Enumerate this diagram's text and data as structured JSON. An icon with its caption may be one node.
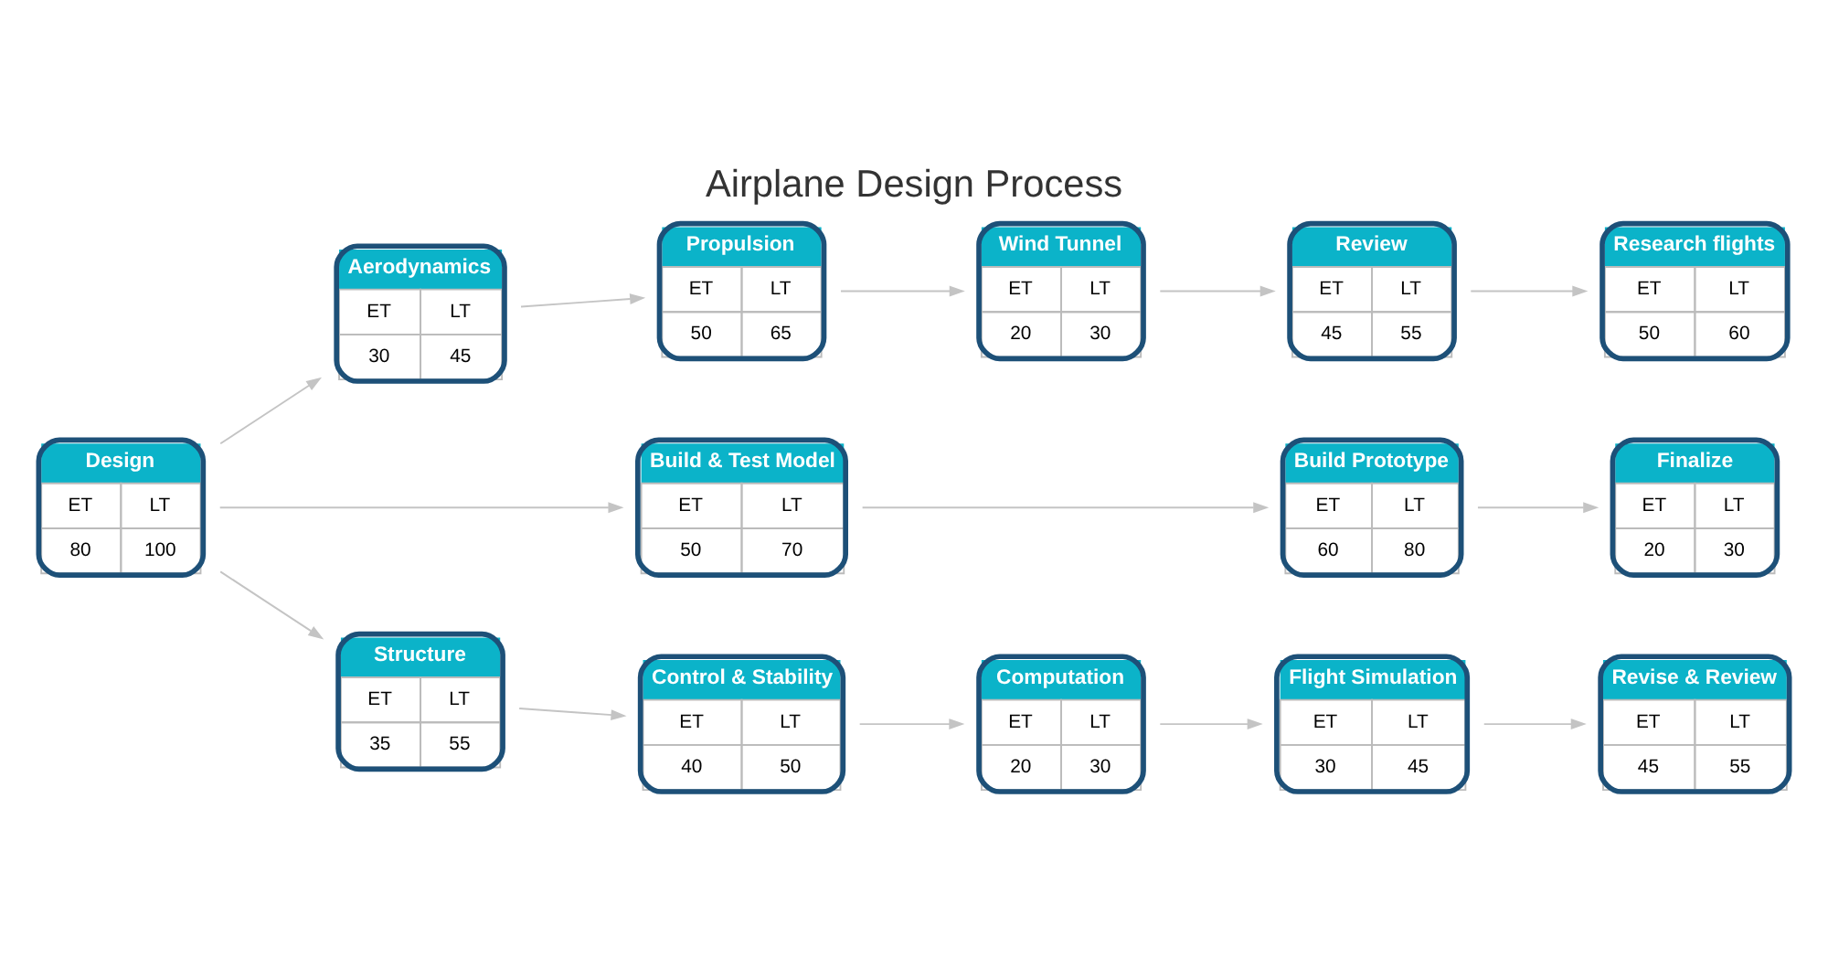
{
  "diagram": {
    "title": "Airplane Design Process",
    "nodes": [
      {
        "text": [
          "Design",
          "ET",
          "LT",
          "80",
          "100"
        ]
      },
      {
        "text": [
          "Aerodynamics",
          "ET",
          "LT",
          "30",
          "45"
        ]
      },
      {
        "text": [
          "Propulsion",
          "ET",
          "LT",
          "50",
          "65"
        ]
      },
      {
        "text": [
          "Wind Tunnel",
          "ET",
          "LT",
          "20",
          "30"
        ]
      },
      {
        "text": [
          "Review",
          "ET",
          "LT",
          "45",
          "55"
        ]
      },
      {
        "text": [
          "Research flights",
          "ET",
          "LT",
          "50",
          "60"
        ]
      },
      {
        "text": [
          "Build & Test Model",
          "ET",
          "LT",
          "50",
          "70"
        ]
      },
      {
        "text": [
          "Build Prototype",
          "ET",
          "LT",
          "60",
          "80"
        ]
      },
      {
        "text": [
          "Finalize",
          "ET",
          "LT",
          "20",
          "30"
        ]
      },
      {
        "text": [
          "Structure",
          "ET",
          "LT",
          "35",
          "55"
        ]
      },
      {
        "text": [
          "Control & Stability",
          "ET",
          "LT",
          "40",
          "50"
        ]
      },
      {
        "text": [
          "Computation",
          "ET",
          "LT",
          "20",
          "30"
        ]
      },
      {
        "text": [
          "Flight Simulation",
          "ET",
          "LT",
          "30",
          "45"
        ]
      },
      {
        "text": [
          "Revise & Review",
          "ET",
          "LT",
          "45",
          "55"
        ]
      }
    ],
    "edges": [
      {
        "from": 0,
        "to": 1,
        "arrow": "to"
      },
      {
        "from": 0,
        "to": 6,
        "arrow": "to"
      },
      {
        "from": 0,
        "to": 9,
        "arrow": "to"
      },
      {
        "from": 1,
        "to": 2,
        "arrow": "to"
      },
      {
        "from": 2,
        "to": 3,
        "arrow": "to"
      },
      {
        "from": 3,
        "to": 4,
        "arrow": "to"
      },
      {
        "from": 4,
        "to": 5,
        "arrow": "to"
      },
      {
        "from": 6,
        "to": 7,
        "arrow": "to"
      },
      {
        "from": 7,
        "to": 8,
        "arrow": "to"
      },
      {
        "from": 9,
        "to": 10,
        "arrow": "to"
      },
      {
        "from": 10,
        "to": 11,
        "arrow": "to"
      },
      {
        "from": 11,
        "to": 12,
        "arrow": "to"
      },
      {
        "from": 12,
        "to": 13,
        "arrow": "to"
      }
    ]
  }
}
